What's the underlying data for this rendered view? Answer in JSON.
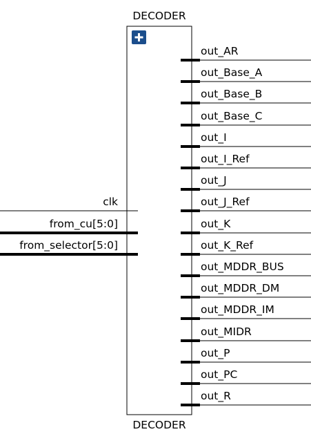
{
  "block": {
    "title_top": "DECODER",
    "title_bottom": "DECODER",
    "expand_symbol": "+"
  },
  "inputs": [
    {
      "label": "clk",
      "bus": false
    },
    {
      "label": "from_cu[5:0]",
      "bus": true
    },
    {
      "label": "from_selector[5:0]",
      "bus": true
    }
  ],
  "outputs": [
    {
      "label": "out_AR"
    },
    {
      "label": "out_Base_A"
    },
    {
      "label": "out_Base_B"
    },
    {
      "label": "out_Base_C"
    },
    {
      "label": "out_I"
    },
    {
      "label": "out_I_Ref"
    },
    {
      "label": "out_J"
    },
    {
      "label": "out_J_Ref"
    },
    {
      "label": "out_K"
    },
    {
      "label": "out_K_Ref"
    },
    {
      "label": "out_MDDR_BUS"
    },
    {
      "label": "out_MDDR_DM"
    },
    {
      "label": "out_MDDR_IM"
    },
    {
      "label": "out_MIDR"
    },
    {
      "label": "out_P"
    },
    {
      "label": "out_PC"
    },
    {
      "label": "out_R"
    }
  ],
  "colors": {
    "wire": "#000000",
    "block_border": "#000000",
    "expand_button": "#1b4e8c",
    "expand_symbol": "#ffffff"
  }
}
